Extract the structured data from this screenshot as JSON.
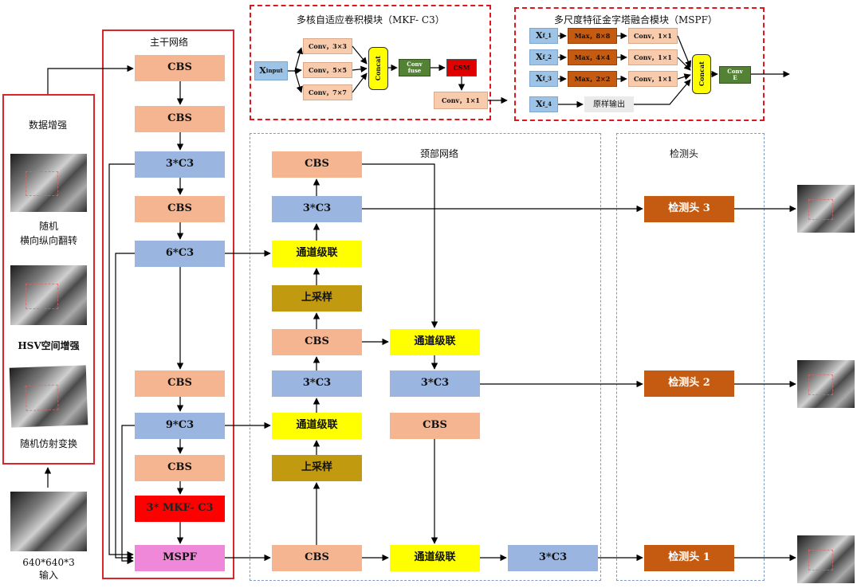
{
  "augment": {
    "title": "数据增强",
    "flip": [
      "随机",
      "横向纵向翻转"
    ],
    "hsv": "HSV空间增强",
    "affine": "随机仿射变换",
    "input_size": "640*640*3",
    "input_label": "输入"
  },
  "backbone": {
    "title": "主干网络",
    "blocks": [
      "CBS",
      "CBS",
      "3*C3",
      "CBS",
      "6*C3",
      "CBS",
      "9*C3",
      "CBS",
      "3* MKF- C3",
      "MSPF"
    ]
  },
  "neck": {
    "title": "颈部网络",
    "col1": [
      "CBS",
      "3*C3",
      "通道级联",
      "上采样",
      "CBS",
      "3*C3",
      "通道级联",
      "上采样",
      "CBS"
    ],
    "col2": [
      "通道级联",
      "3*C3",
      "CBS",
      "通道级联"
    ],
    "col3": "3*C3"
  },
  "head": {
    "title": "检测头",
    "items": [
      "检测头 3",
      "检测头 2",
      "检测头 1"
    ]
  },
  "mkf": {
    "title": "多核自适应卷积模块（MKF- C3）",
    "input": "X",
    "input_sub": "input",
    "convs": [
      "Conv，3×3",
      "Conv，5×5",
      "Conv，7×7"
    ],
    "concat": "Concat",
    "fuse": [
      "Conv",
      "fuse"
    ],
    "csm": "CSM",
    "out_conv": "Conv，1×1"
  },
  "mspf": {
    "title": "多尺度特征金字塔融合模块（MSPF）",
    "inputs": [
      {
        "base": "X",
        "sub": "f_1"
      },
      {
        "base": "X",
        "sub": "f_2"
      },
      {
        "base": "X",
        "sub": "f_3"
      },
      {
        "base": "X",
        "sub": "f_4"
      }
    ],
    "maxes": [
      "Max，8×8",
      "Max，4×4",
      "Max，2×2"
    ],
    "convs": [
      "Conv，1×1",
      "Conv，1×1",
      "Conv，1×1"
    ],
    "identity": "原样输出",
    "concat": "Concat",
    "conv_e": [
      "Conv",
      "E"
    ]
  }
}
